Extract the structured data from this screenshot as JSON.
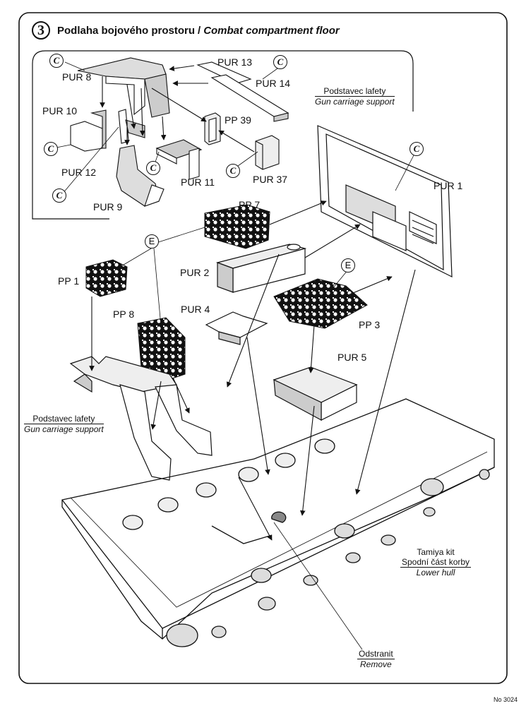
{
  "title": {
    "step": "3",
    "czech": "Podlaha bojového prostoru",
    "separator": "/",
    "english": "Combat compartment floor"
  },
  "part_labels": {
    "pur8": "PUR 8",
    "pur13": "PUR 13",
    "pur14": "PUR 14",
    "pur10": "PUR 10",
    "pp39": "PP 39",
    "pur12": "PUR 12",
    "pur11": "PUR 11",
    "pur37": "PUR 37",
    "pur9": "PUR 9",
    "pur1": "PUR 1",
    "pp7": "PP 7",
    "pur2": "PUR 2",
    "pp1": "PP 1",
    "pur4": "PUR 4",
    "pp8": "PP 8",
    "pp3": "PP 3",
    "pur5": "PUR 5"
  },
  "notes": {
    "gun_support_top": {
      "czech": "Podstavec lafety",
      "english": "Gun carriage support"
    },
    "gun_support_left": {
      "czech": "Podstavec lafety",
      "english": "Gun carriage support"
    },
    "lower_hull": {
      "kit": "Tamiya kit",
      "czech": "Spodní část korby",
      "english": "Lower hull"
    },
    "remove": {
      "czech": "Odstranit",
      "english": "Remove"
    }
  },
  "badges": {
    "resin": "C",
    "etched": "E"
  },
  "catalog_number": "No 3024"
}
